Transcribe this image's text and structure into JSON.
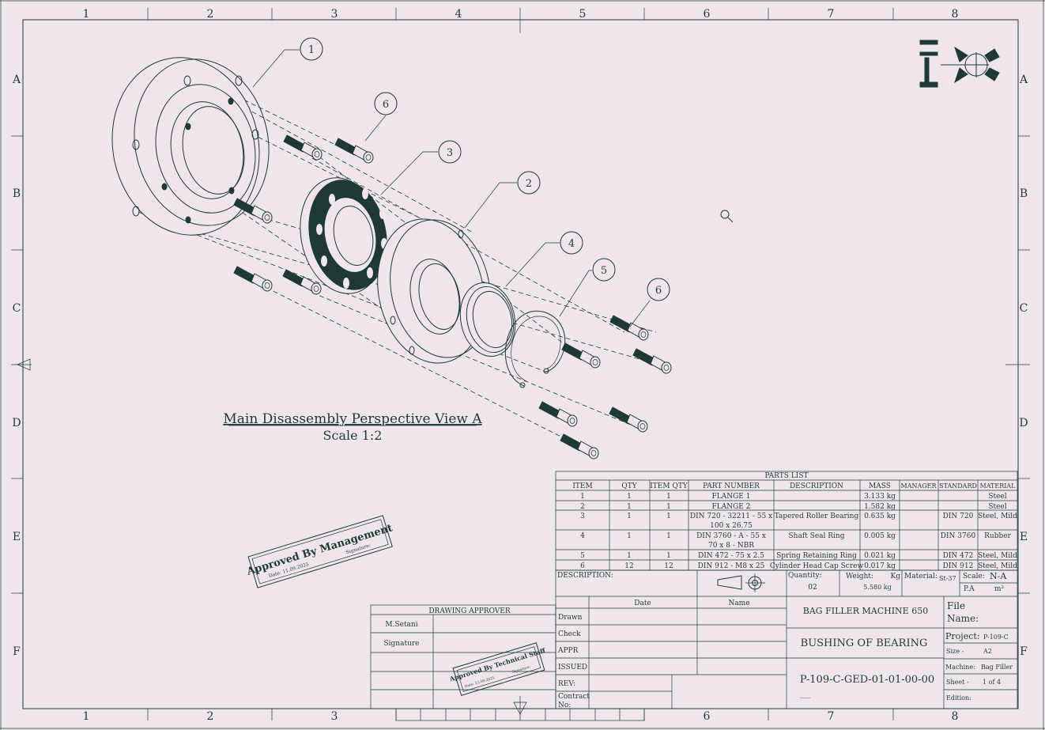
{
  "border": {
    "columns": [
      "1",
      "2",
      "3",
      "4",
      "5",
      "6",
      "7",
      "8"
    ],
    "rows": [
      "A",
      "B",
      "C",
      "D",
      "E",
      "F"
    ]
  },
  "callouts": [
    "1",
    "6",
    "3",
    "2",
    "4",
    "5",
    "6"
  ],
  "view": {
    "title": "Main Disassembly Perspective View A",
    "scale": "Scale 1:2"
  },
  "stamps": {
    "management": {
      "title": "Approved By Management",
      "date": "Date: 11.09.2025",
      "signature": "Signature:"
    },
    "technical": {
      "title": "Approved By Technical Staff",
      "date": "Date: 12.09.2025",
      "signature": "Signature:"
    }
  },
  "parts_list": {
    "title": "PARTS LIST",
    "headers": [
      "ITEM",
      "QTY",
      "ITEM QTY",
      "PART NUMBER",
      "DESCRIPTION",
      "MASS",
      "MANAGER",
      "STANDARD",
      "MATERIAL"
    ],
    "rows": [
      {
        "item": "1",
        "qty": "1",
        "item_qty": "1",
        "part": "FLANGE 1",
        "part2": "",
        "desc": "",
        "mass": "3.133 kg",
        "manager": "",
        "std": "",
        "material": "Steel"
      },
      {
        "item": "2",
        "qty": "1",
        "item_qty": "1",
        "part": "FLANGE 2",
        "part2": "",
        "desc": "",
        "mass": "1.582 kg",
        "manager": "",
        "std": "",
        "material": "Steel"
      },
      {
        "item": "3",
        "qty": "1",
        "item_qty": "1",
        "part": "DIN 720 - 32211 - 55 x",
        "part2": "100 x 26.75",
        "desc": "Tapered Roller Bearing",
        "mass": "0.635 kg",
        "manager": "",
        "std": "DIN 720",
        "material": "Steel, Mild"
      },
      {
        "item": "4",
        "qty": "1",
        "item_qty": "1",
        "part": "DIN 3760 - A - 55 x",
        "part2": "70 x 8 - NBR",
        "desc": "Shaft Seal Ring",
        "mass": "0.005 kg",
        "manager": "",
        "std": "DIN 3760",
        "material": "Rubber"
      },
      {
        "item": "5",
        "qty": "1",
        "item_qty": "1",
        "part": "DIN 472 - 75 x 2.5",
        "part2": "",
        "desc": "Spring Retaining Ring",
        "mass": "0.021 kg",
        "manager": "",
        "std": "DIN 472",
        "material": "Steel, Mild"
      },
      {
        "item": "6",
        "qty": "12",
        "item_qty": "12",
        "part": "DIN 912 - M8 x 25",
        "part2": "",
        "desc": "Cylinder Head Cap Screw",
        "mass": "0.017 kg",
        "manager": "",
        "std": "DIN 912",
        "material": "Steel, Mild"
      }
    ]
  },
  "title_block": {
    "description_label": "DESCRIPTION:",
    "quantity_label": "Quantity:",
    "quantity_value": "02",
    "weight_label": "Weight:",
    "weight_unit": "Kg",
    "weight_value": "5.580 kg",
    "material_label": "Material:",
    "material_value": "St-37",
    "scale_label": "Scale:",
    "scale_value": "N-A",
    "pa_label": "P.A",
    "area_unit": "m²",
    "date_col": "Date",
    "name_col": "Name",
    "row_labels": [
      "Drawn",
      "Check",
      "APPR",
      "ISSUED",
      "REV:"
    ],
    "contract_label": "Contract",
    "contract_label2": "No:",
    "machine_name": "BAG FILLER MACHINE 650",
    "part_name": "BUSHING OF BEARING",
    "drawing_number": "P-109-C-GED-01-01-00-00",
    "dash": "___",
    "file_label": "File",
    "file_label2": "Name:",
    "project_label": "Project:",
    "project_value": "P-109-C",
    "size_label": "Size  -",
    "size_value": "A2",
    "machine_label": "Machine:",
    "machine_value": "Bag Filler",
    "sheet_label": "Sheet  -",
    "sheet_value": "1 of 4",
    "edition_label": "Edition:"
  },
  "approver": {
    "title": "DRAWING APPROVER",
    "name": "M.Setani",
    "signature_label": "Signature"
  }
}
